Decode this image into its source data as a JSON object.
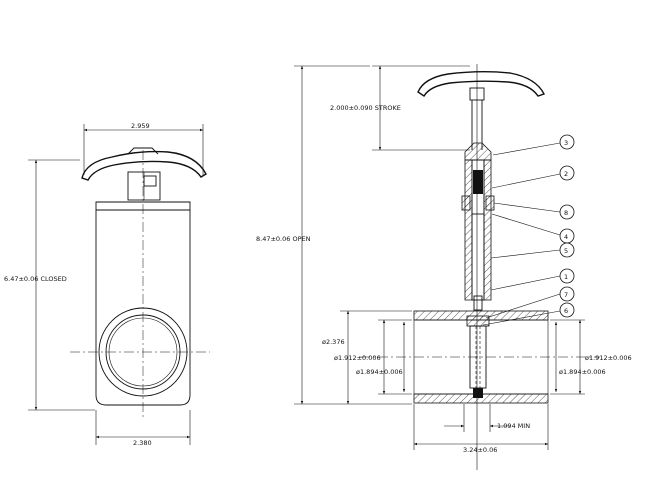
{
  "left_view": {
    "dim_width_top": "2.959",
    "dim_height": "6.47±0.06 CLOSED",
    "dim_width_bottom": "2.380"
  },
  "right_view": {
    "dim_stroke": "2.000±0.090 STROKE",
    "dim_height_open": "8.47±0.06 OPEN",
    "dim_port": "ø2.376",
    "dim_left_outer": "ø1.912±0.006",
    "dim_left_inner": "ø1.894±0.006",
    "dim_right_outer": "ø1.912±0.006",
    "dim_right_inner": "ø1.894±0.006",
    "dim_min": "1.094 MIN",
    "dim_overall_length": "3.24±0.06"
  },
  "callouts": [
    "3",
    "2",
    "8",
    "4",
    "5",
    "1",
    "7",
    "6"
  ],
  "colors": {
    "line": "#111111",
    "background": "#ffffff"
  }
}
